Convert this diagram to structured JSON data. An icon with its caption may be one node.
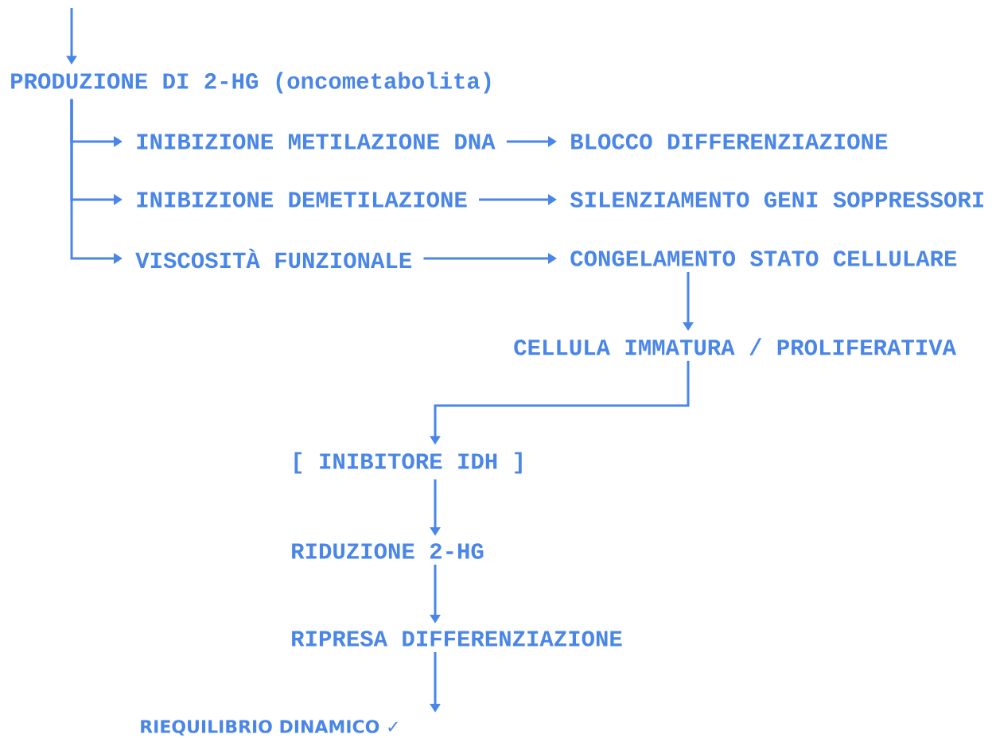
{
  "diagram": {
    "nodes": [
      {
        "text": [
          "PRODUZIONE DI 2-HG (oncometabolita)"
        ]
      },
      {
        "text": [
          "INIBIZIONE METILAZIONE DNA"
        ]
      },
      {
        "text": [
          "BLOCCO DIFFERENZIAZIONE"
        ]
      },
      {
        "text": [
          "INIBIZIONE DEMETILAZIONE"
        ]
      },
      {
        "text": [
          "SILENZIAMENTO GENI SOPPRESSORI"
        ]
      },
      {
        "text": [
          "VISCOSITÀ FUNZIONALE"
        ]
      },
      {
        "text": [
          "CONGELAMENTO STATO CELLULARE"
        ]
      },
      {
        "text": [
          "CELLULA IMMATURA / PROLIFERATIVA"
        ]
      },
      {
        "text": [
          "[ INIBITORE IDH ]"
        ]
      },
      {
        "text": [
          "RIDUZIONE 2-HG"
        ]
      },
      {
        "text": [
          "RIPRESA DIFFERENZIAZIONE"
        ]
      },
      {
        "text": [
          "RIEQUILIBRIO DINAMICO ✓"
        ]
      }
    ],
    "edges": [
      {
        "from": null,
        "to": 0,
        "arrow": "to"
      },
      {
        "from": 0,
        "to": 1,
        "arrow": "to"
      },
      {
        "from": 0,
        "to": 3,
        "arrow": "to"
      },
      {
        "from": 0,
        "to": 5,
        "arrow": "to"
      },
      {
        "from": 1,
        "to": 2,
        "arrow": "to"
      },
      {
        "from": 3,
        "to": 4,
        "arrow": "to"
      },
      {
        "from": 5,
        "to": 6,
        "arrow": "to"
      },
      {
        "from": 6,
        "to": 7,
        "arrow": "to"
      },
      {
        "from": 7,
        "to": 8,
        "arrow": "to"
      },
      {
        "from": 8,
        "to": 9,
        "arrow": "to"
      },
      {
        "from": 9,
        "to": 10,
        "arrow": "to"
      },
      {
        "from": 10,
        "to": 11,
        "arrow": "to"
      }
    ]
  }
}
